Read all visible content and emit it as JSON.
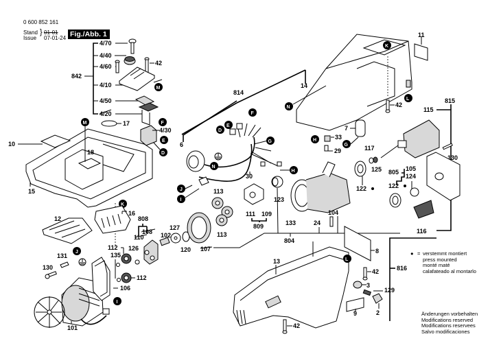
{
  "header": {
    "part_number": "0 600 852 161",
    "stand_label": "Stand",
    "issue_label": "Issue",
    "stand_value": "01-01",
    "issue_value": "07-01-24",
    "figure_label": "Fig./Abb. 1"
  },
  "legend": {
    "bullet": "●",
    "equals": "=",
    "press_mounted": [
      "verstemmt montiert",
      "press mounted",
      "monté maté",
      "calafateado al montarlo"
    ],
    "modifications": [
      "Änderungen vorbehalten",
      "Modifications reserved",
      "Modifications reservees",
      "Salvo modificaciones"
    ]
  },
  "markers": {
    "D": "D",
    "E": "E",
    "F": "F",
    "G": "G",
    "H": "H",
    "I": "I",
    "J": "J",
    "K": "K",
    "L": "L",
    "M": "M",
    "N": "N"
  },
  "assemblies": {
    "a842": "842",
    "a814": "814",
    "a815": "815",
    "a816": "816",
    "a804": "804",
    "a805": "805",
    "a808": "808",
    "a809": "809"
  },
  "labels": {
    "p4_70": "4/70",
    "p4_40": "4/40",
    "p4_60": "4/60",
    "p4_10": "4/10",
    "p4_50": "4/50",
    "p4_20": "4/20",
    "p4_30": "4/30",
    "p42a": "42",
    "p42b": "42",
    "p42c": "42",
    "p42d": "42",
    "p17": "17",
    "p18": "18",
    "p10": "10",
    "p15": "15",
    "p16": "16",
    "p12": "12",
    "p11": "11",
    "p14": "14",
    "p6": "6",
    "p30": "30",
    "p7": "7",
    "p33": "33",
    "p29": "29",
    "p117": "117",
    "p125": "125",
    "p115": "115",
    "p130a": "130",
    "p130b": "130",
    "p105": "105",
    "p124": "124",
    "p122a": "122",
    "p122b": "122",
    "p116": "116",
    "p123": "123",
    "p111": "111",
    "p109": "109",
    "p113a": "113",
    "p113b": "113",
    "p133": "133",
    "p104": "104",
    "p24": "24",
    "p127": "127",
    "p102": "102",
    "p120": "120",
    "p107": "107",
    "p108": "108",
    "p110": "110",
    "p112a": "112",
    "p112b": "112",
    "p126": "126",
    "p135": "135",
    "p106": "106",
    "p131": "131",
    "p101": "101",
    "p13": "13",
    "p8": "8",
    "p3": "3",
    "p129": "129",
    "p9": "9",
    "p2": "2"
  }
}
